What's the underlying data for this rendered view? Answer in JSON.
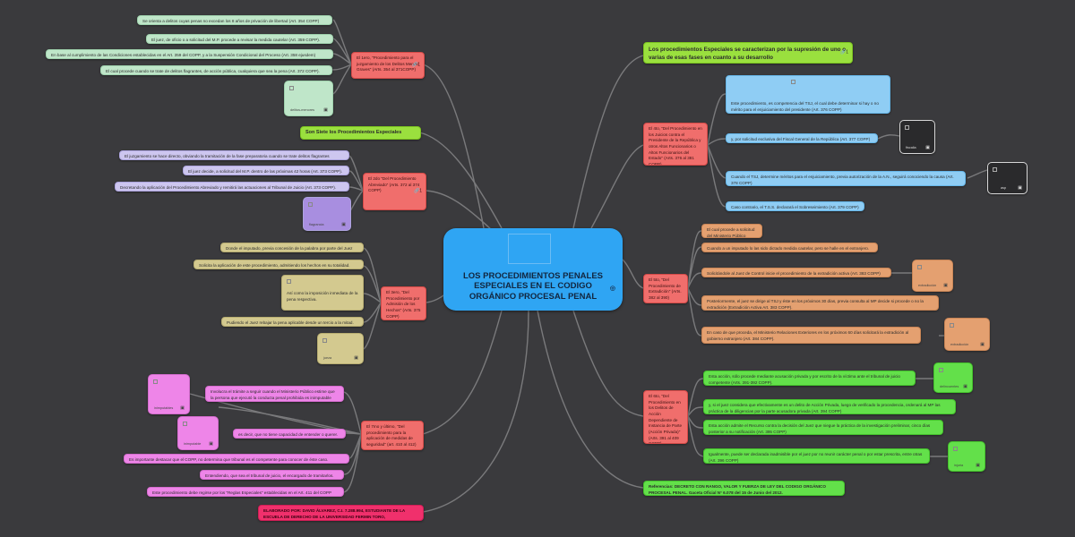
{
  "central": {
    "title": "LOS PROCEDIMIENTOS PENALES ESPECIALES EN EL CODIGO ORGÁNICO PROCESAL PENAL",
    "icon": "note-icon"
  },
  "left": {
    "first": {
      "label": "El 1ero, \"Procedimiento para  el juzgamiento de los Delitos Menos Graves\"  (Arts. 354 al 371COPP)",
      "children": [
        "Se orienta a delitos cuyas penas no excedan los  8 años de  privación de libertad (Art. 354 COPP)",
        "El juez, de oficio o a solicitud del M.P. procede a revisar la medida cautelar (Art. 359 COPP).",
        "En base al cumplimiento de las Condiciones establecidas en el Art. 359 del COPP, y a la Suspensión Condicional del Proceso (Art. 358 ejusdem)",
        "El cual procede cuando se trate de delitos flagrantes,  de acción pública, cualquiera que sea la pena (Art. 372 COPP)."
      ],
      "image_caption": "delitos-menores"
    },
    "seven": "Son Siete los Procedimientos Especiales",
    "second": {
      "label": "El 2do \"Del Procedimiento Abreviado\" (Arts. 372 al 374 COPP)",
      "children": [
        "El juzgamiento se hace directo, obviando la tramitación de la fase preparatoria cuando se trate delitos flagrantes",
        "El juez decide, a solicitud del M.P. dentro de las próximas 42 horas (Art. 373 COPP).",
        "Decretando la aplicación del Procedimiento Abreviado y remitirá las actuaciones al Tribunal de Juicio (Art. 373 COPP)."
      ],
      "image_caption": "flagrancia"
    },
    "third": {
      "label": "El 3ero, \"Del Procedimiento por Admisión de los Hechos\" (Arts. 375 COPP)",
      "children": [
        "Donde el imputado, previa concesión de la palabra por parte del Juez",
        "Solicita la aplicación de este procedimiento, admitiendo los hechos en su totalidad.",
        "Así como la imposición inmediata de la pena respectiva.",
        "Pudiendo el Juez rebajar la pena aplicable desde un tercio a la mitad."
      ],
      "image_caption": "jueza"
    },
    "seventh": {
      "label": "El 7mo y último, \"Del procedimiento para la aplicación de medidas de seguridad\" (art. 410 al 412)",
      "children": [
        "Involucra el trámite a seguir cuando el Ministerio Público estime que la persona que ejecutó la conducta penal prohibida es inimputable",
        "es decir, que no tiene capacidad de entender o querer.",
        "Es importante destacar que el COPP, no determina que tribunal es el competente para conocer de éste caso.",
        "Entendiendo, que sea el tribunal de juicio, el encargado de tramitarlos.",
        "Este procedimiento debe regirse por los \"Reglas Especiales\" establecidas en el Art. 411 del COPP"
      ],
      "image_captions": [
        "inimputables",
        "inimputable"
      ]
    },
    "credit": "ELABORADO POR: DAVID ÁLVAREZ, C.I. 7.288.994, ESTUDIANTE DE LA ESCUELA DE DERECHO DE LA UNIVERSIDAD FERMIN TORO, BARQUISIMETO- VENEZUELA"
  },
  "right": {
    "intro": "Los procedimientos Especiales se caracterizan por la supresión de uno o varias de esas fases en cuanto a su desarrollo",
    "intro_count": "1",
    "fourth": {
      "label": "El 4to, \"Del Procedimiento en los Juicios contra el Presidente de la República y otros Altos Funcionarios o Altos Funcionarios del Estado\" (Arts. 376 al 381 COPP)",
      "children": [
        "Este procedimiento, es competencia del TSJ, el cual debe determinar si hay o no mérito para el enjuiciamiento del presidente (Art. 376 COPP)",
        "y, por solicitud exclusiva del Fiscal General de la República (Art. 377 COPP)",
        "Cuando el TSJ, determine méritos para el enjuiciamiento, previa autorización de la A.N., seguirá conociendo la causa (Art. 378 COPP)",
        "Caso contrario, el T.S.S. declarará el Sobreseimiento (Art. 379 COPP)"
      ],
      "image_captions": [
        "fiscalia",
        "asp"
      ]
    },
    "fifth": {
      "label": "El 5to, \"Del Procedimiento de Extradición\" (Arts. 382 al 390)",
      "children": [
        "El cual procede a solicitud del Ministerio Público",
        "Cuando a un imputado lo las sido dictado medida cautelar, pero se halle en el extranjero.",
        "Solicitándole al Juez de Control inicie el procedimiento de la extradición activa (Art. 383 COPP)",
        "Posteriormente, el juez se dirige al TSJ y  éste en los próximos 30 días, previa consulta al MP decide si procede o no la extradición (Extradición Activa Art. 383 COPP).",
        "En caso de que proceda, el Ministerio Relaciones Exteriores en los próximos 60 días solicitará la extradición al gobierno extranjero (Art. 384 COPP)."
      ],
      "image_captions": [
        "extradicción",
        "extradicción"
      ]
    },
    "sixth": {
      "label": "El 6to, \"Del Procedimiento en los Delitos de Acción Dependiente de Instancia de Parte (Acción Privada)\" (Arts. 391 al 409 COPP)",
      "children": [
        "Esta acción, sólo procede mediante acusación privada y por escrito de la víctima ante el tribunal de juicio competente (Arts. 391-392  COPP).",
        "y, si el juez considera que efectivamente es un delito de Acción Privada, luego de verificado la procedencia, ordenará al MP las práctica de la diligencias por la parte acusadora privada (Art. 394 COPP)",
        "Esta acción admite el Recurso contra la decisión del Juez que niegue la práctica de la investigación preliminar, cinco días posterior a su notificación (Art. 395 COPP)",
        "Igualmente, puede ser declarada inadmisible por el juez por no reunir carácter penal o por estar prescrita, entre otras (Art. 396 COPP)"
      ],
      "image_captions": [
        "delincuentes",
        "injuria"
      ]
    },
    "reference": "Referencias: DECRETO CON RANGO, VALOR Y FUERZA DE LEY DEL CODIGO ORGÁNICO PROCESAL PENAL. Gaceta Oficial N° 6.078 del 15 de Junio del 2012."
  },
  "colors": {
    "background": "#3a3a3d",
    "central": "#2fa5f3",
    "red": "#f06e6c",
    "green_light": "#bfe6c9",
    "purple_light": "#cdc6ef",
    "olive": "#d3c98f",
    "pink": "#ee85e8",
    "blue_light": "#8fcdf4",
    "orange": "#e4a070",
    "bright_green": "#63e04a",
    "lime": "#9ae03e",
    "magenta": "#f0306c"
  }
}
